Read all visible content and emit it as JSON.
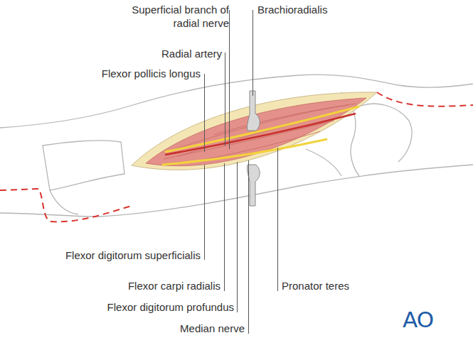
{
  "diagram": {
    "labels": [
      "Superficial branch of radial nerve",
      "Brachioradialis",
      "Radial artery",
      "Flexor pollicis longus",
      "Flexor digitorum superficialis",
      "Flexor carpi radialis",
      "Pronator teres",
      "Flexor digitorum profundus",
      "Median nerve",
      "AO"
    ]
  }
}
